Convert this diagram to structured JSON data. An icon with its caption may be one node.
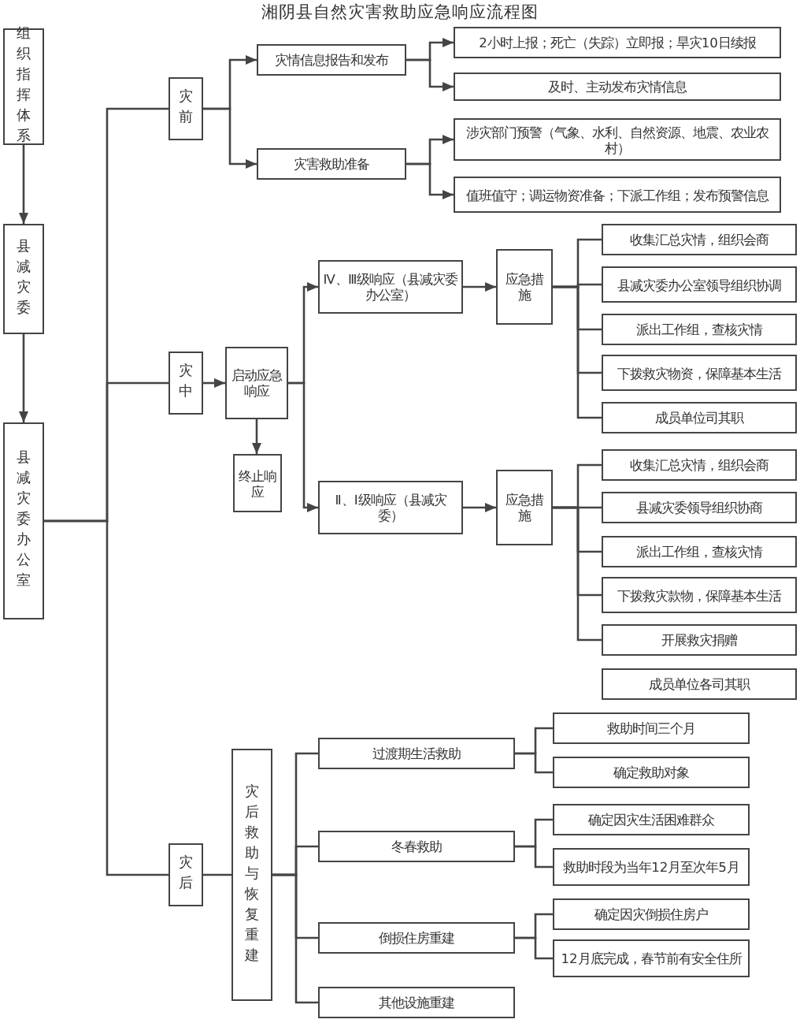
{
  "diagram": {
    "title": "湘阴县自然灾害救助应急响应流程图",
    "nodes": [
      {
        "text": [
          "组织指挥体系"
        ]
      },
      {
        "text": [
          "县减灾委"
        ]
      },
      {
        "text": [
          "县减灾委办公室"
        ]
      },
      {
        "text": [
          "灾前"
        ]
      },
      {
        "text": [
          "灾情信息报告和发布"
        ]
      },
      {
        "text": [
          "2小时上报；死亡（失踪）立即报；旱灾10日续报"
        ]
      },
      {
        "text": [
          "及时、主动发布灾情信息"
        ]
      },
      {
        "text": [
          "灾害救助准备"
        ]
      },
      {
        "text": [
          "涉灾部门预警（气象、水利、自然资源、地震、农业农村）"
        ]
      },
      {
        "text": [
          "值班值守；调运物资准备；下派工作组；发布预警信息"
        ]
      },
      {
        "text": [
          "灾中"
        ]
      },
      {
        "text": [
          "启动应急响应"
        ]
      },
      {
        "text": [
          "终止响应"
        ]
      },
      {
        "text": [
          "Ⅳ、Ⅲ级响应（县减灾委办公室）"
        ]
      },
      {
        "text": [
          "应急措施"
        ]
      },
      {
        "text": [
          "收集汇总灾情，组织会商"
        ]
      },
      {
        "text": [
          "县减灾委办公室领导组织协调"
        ]
      },
      {
        "text": [
          "派出工作组，查核灾情"
        ]
      },
      {
        "text": [
          "下拨救灾物资，保障基本生活"
        ]
      },
      {
        "text": [
          "成员单位司其职"
        ]
      },
      {
        "text": [
          "Ⅱ、Ⅰ级响应（县减灾委）"
        ]
      },
      {
        "text": [
          "应急措施"
        ]
      },
      {
        "text": [
          "收集汇总灾情，组织会商"
        ]
      },
      {
        "text": [
          "县减灾委领导组织协商"
        ]
      },
      {
        "text": [
          "派出工作组，查核灾情"
        ]
      },
      {
        "text": [
          "下拨救灾款物，保障基本生活"
        ]
      },
      {
        "text": [
          "开展救灾捐赠"
        ]
      },
      {
        "text": [
          "成员单位各司其职"
        ]
      },
      {
        "text": [
          "灾后"
        ]
      },
      {
        "text": [
          "灾后救助与恢复重建"
        ]
      },
      {
        "text": [
          "过渡期生活救助"
        ]
      },
      {
        "text": [
          "救助时间三个月"
        ]
      },
      {
        "text": [
          "确定救助对象"
        ]
      },
      {
        "text": [
          "冬春救助"
        ]
      },
      {
        "text": [
          "确定因灾生活困难群众"
        ]
      },
      {
        "text": [
          "救助时段为当年12月至次年5月"
        ]
      },
      {
        "text": [
          "倒损住房重建"
        ]
      },
      {
        "text": [
          "确定因灾倒损住房户"
        ]
      },
      {
        "text": [
          "12月底完成，春节前有安全住所"
        ]
      },
      {
        "text": [
          "其他设施重建"
        ]
      }
    ],
    "edges": [
      {
        "from": 0,
        "to": 1,
        "arrow": "to"
      },
      {
        "from": 1,
        "to": 2,
        "arrow": "to"
      },
      {
        "from": 2,
        "to": 3,
        "arrow": "none"
      },
      {
        "from": 2,
        "to": 10,
        "arrow": "none"
      },
      {
        "from": 2,
        "to": 28,
        "arrow": "none"
      },
      {
        "from": 3,
        "to": 4,
        "arrow": "to"
      },
      {
        "from": 3,
        "to": 7,
        "arrow": "to"
      },
      {
        "from": 4,
        "to": 5,
        "arrow": "to"
      },
      {
        "from": 4,
        "to": 6,
        "arrow": "to"
      },
      {
        "from": 7,
        "to": 8,
        "arrow": "to"
      },
      {
        "from": 7,
        "to": 9,
        "arrow": "to"
      },
      {
        "from": 10,
        "to": 11,
        "arrow": "to"
      },
      {
        "from": 11,
        "to": 12,
        "arrow": "to"
      },
      {
        "from": 11,
        "to": 13,
        "arrow": "to"
      },
      {
        "from": 11,
        "to": 20,
        "arrow": "to"
      },
      {
        "from": 13,
        "to": 14,
        "arrow": "to"
      },
      {
        "from": 14,
        "to": 15,
        "arrow": "none"
      },
      {
        "from": 14,
        "to": 16,
        "arrow": "none"
      },
      {
        "from": 14,
        "to": 17,
        "arrow": "none"
      },
      {
        "from": 14,
        "to": 18,
        "arrow": "none"
      },
      {
        "from": 14,
        "to": 19,
        "arrow": "none"
      },
      {
        "from": 20,
        "to": 21,
        "arrow": "to"
      },
      {
        "from": 21,
        "to": 22,
        "arrow": "none"
      },
      {
        "from": 21,
        "to": 23,
        "arrow": "none"
      },
      {
        "from": 21,
        "to": 24,
        "arrow": "none"
      },
      {
        "from": 21,
        "to": 25,
        "arrow": "none"
      },
      {
        "from": 21,
        "to": 26,
        "arrow": "none"
      },
      {
        "from": 28,
        "to": 29,
        "arrow": "none"
      },
      {
        "from": 29,
        "to": 30,
        "arrow": "none"
      },
      {
        "from": 29,
        "to": 33,
        "arrow": "none"
      },
      {
        "from": 29,
        "to": 36,
        "arrow": "none"
      },
      {
        "from": 29,
        "to": 39,
        "arrow": "none"
      },
      {
        "from": 30,
        "to": 31,
        "arrow": "none"
      },
      {
        "from": 30,
        "to": 32,
        "arrow": "none"
      },
      {
        "from": 33,
        "to": 34,
        "arrow": "none"
      },
      {
        "from": 33,
        "to": 35,
        "arrow": "none"
      },
      {
        "from": 36,
        "to": 37,
        "arrow": "none"
      },
      {
        "from": 36,
        "to": 38,
        "arrow": "none"
      }
    ]
  }
}
